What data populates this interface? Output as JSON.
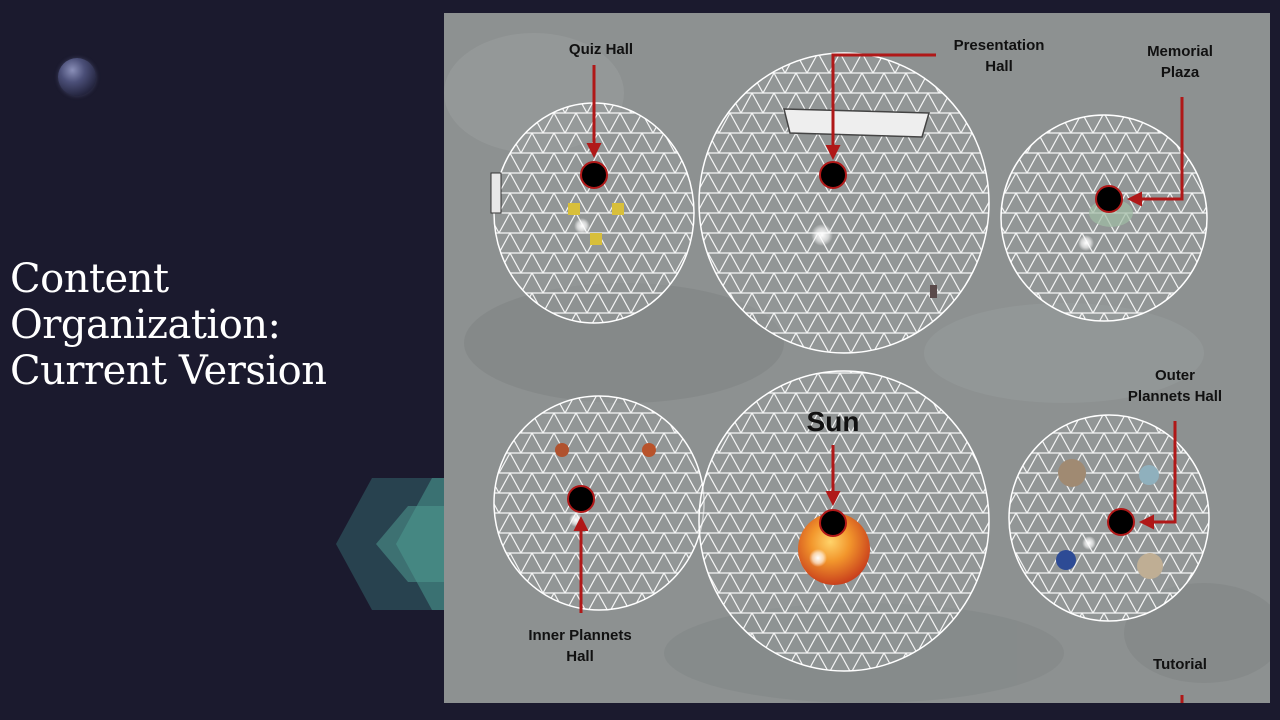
{
  "slide": {
    "title_line1": "Content Organization:",
    "title_line2": "Current Version"
  },
  "map": {
    "labels": {
      "quiz_hall": "Quiz Hall",
      "presentation_hall_1": "Presentation",
      "presentation_hall_2": "Hall",
      "memorial_plaza_1": "Memorial",
      "memorial_plaza_2": "Plaza",
      "outer_hall_1": "Outer",
      "outer_hall_2": "Plannets Hall",
      "sun": "Sun",
      "inner_hall_1": "Inner Plannets",
      "inner_hall_2": "Hall",
      "tutorial": "Tutorial"
    },
    "colors": {
      "arrow": "#b01818",
      "marker": "#000000",
      "ground": "#8d9191",
      "background": "#1b1a2e"
    }
  }
}
